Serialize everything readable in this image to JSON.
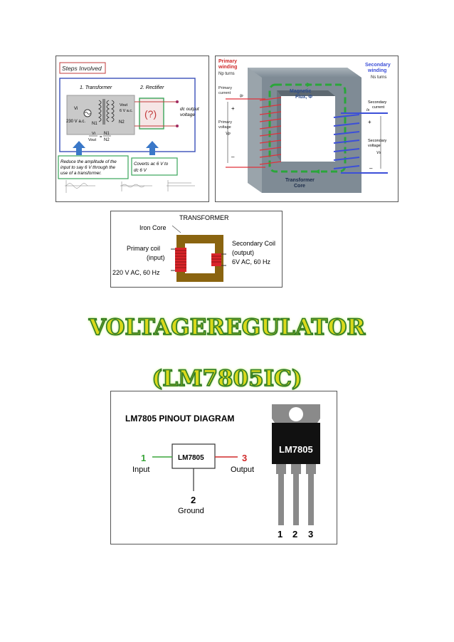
{
  "steps_figure": {
    "heading": "Steps Involved",
    "step1": "1. Transformer",
    "step2": "2. Rectifier",
    "vi": "Vi",
    "source_voltage": "230 V a.c.",
    "n1": "N1",
    "n2": "N2",
    "vout": "Vout",
    "six_v_ac": "6 V a.c.",
    "question": "(?)",
    "dc_output_l1": "dc output",
    "dc_output_l2": "voltage",
    "ratio_left_top": "Vi",
    "ratio_left_bottom": "Vout",
    "ratio_eq": "=",
    "ratio_right_top": "N1",
    "ratio_right_bottom": "N2",
    "note1_l1": "Reduce the amplitude of the",
    "note1_l2": "input to say 6 V through the",
    "note1_l3": "use of a transformer.",
    "note2_l1": "Coverts ac 6 V to",
    "note2_l2": "dc 6 V"
  },
  "core_figure": {
    "primary_l1": "Primary",
    "primary_l2": "winding",
    "primary_l3": "Np turns",
    "secondary_l1": "Secondary",
    "secondary_l2": "winding",
    "secondary_l3": "Ns turns",
    "primary_current_l1": "Primary",
    "primary_current_l2": "current",
    "ip": "Ip",
    "primary_voltage_l1": "Primary",
    "primary_voltage_l2": "voltage",
    "vp": "Vp",
    "secondary_current_l1": "Secondary",
    "secondary_current_l2": "current",
    "is": "Is",
    "secondary_voltage_l1": "Secondary",
    "secondary_voltage_l2": "voltage",
    "vs": "Vs",
    "plus": "+",
    "minus": "–",
    "flux_l1": "Magnetic",
    "flux_l2": "Flux, Φ",
    "core_l1": "Transformer",
    "core_l2": "Core",
    "colors": {
      "core": "#7d8a94",
      "primary": "#e0313a",
      "secondary": "#3c4fd8",
      "flux": "#2aa63a"
    }
  },
  "transformer_figure": {
    "title": "TRANSFORMER",
    "iron_core": "Iron Core",
    "primary_l1": "Primary coil",
    "primary_l2": "(input)",
    "primary_l3": "220 V AC, 60 Hz",
    "secondary_l1": "Secondary Coil",
    "secondary_l2": "(output)",
    "secondary_l3": "6V AC, 60 Hz",
    "colors": {
      "core": "#8a6410",
      "coil": "#d9252a"
    }
  },
  "headings": {
    "line1": "VOLTAGEREGULATOR",
    "line2": "(LM7805IC)"
  },
  "pinout_figure": {
    "title": "LM7805 PINOUT DIAGRAM",
    "chip_label": "LM7805",
    "pin1": "1",
    "pin1_label": "Input",
    "pin2": "2",
    "pin2_label": "Ground",
    "pin3": "3",
    "pin3_label": "Output",
    "package_label": "LM7805",
    "leg1": "1",
    "leg2": "2",
    "leg3": "3",
    "colors": {
      "input": "#3aa53a",
      "output": "#d02a2a",
      "package": "#111111",
      "tab": "#8a8a8a"
    }
  }
}
